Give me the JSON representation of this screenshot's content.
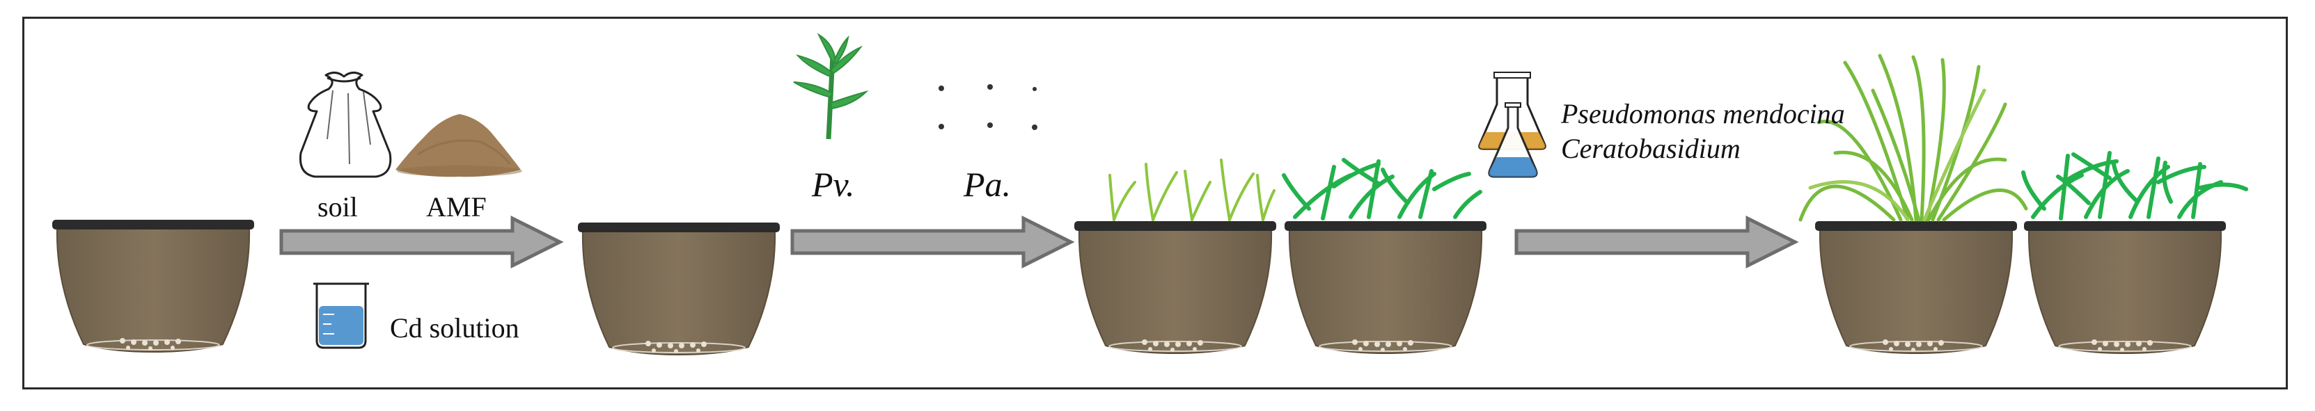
{
  "colors": {
    "pot_body": "#7a6b55",
    "pot_rim": "#2b2b2b",
    "arrow_fill": "#a6a6a6",
    "arrow_stroke": "#6d6d6d",
    "grass_light": "#77bb3c",
    "grass_bright": "#22b24c",
    "amf_powder": "#a07e57",
    "solution_blue": "#3b86c9",
    "solution_orange": "#d99a2b",
    "border": "#2a2a2a"
  },
  "labels": {
    "soil": "soil",
    "amf": "AMF",
    "cd_solution": "Cd solution",
    "pv": "Pv.",
    "pa": "Pa.",
    "pseudomonas": "Pseudomonas mendocina",
    "ceratobasidium": "Ceratobasidium"
  },
  "icons": {
    "soil_bag": "soil-bag-icon",
    "amf_pile": "amf-powder-icon",
    "beaker": "beaker-icon",
    "pv_seedling": "seedling-icon",
    "pa_seeds": "seeds-icon",
    "flasks": "culture-flask-icon"
  }
}
